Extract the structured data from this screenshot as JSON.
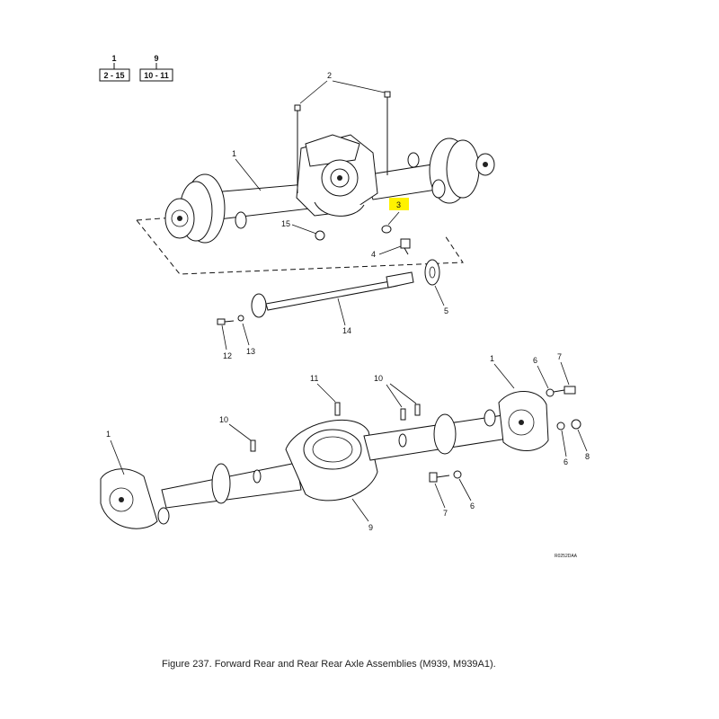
{
  "reference_boxes": [
    {
      "number": "1",
      "range": "2 - 15"
    },
    {
      "number": "9",
      "range": "10 - 11"
    }
  ],
  "callouts": {
    "c1a": "1",
    "c2": "2",
    "c3": "3",
    "c15": "15",
    "c4": "4",
    "c5": "5",
    "c14": "14",
    "c13": "13",
    "c12": "12",
    "c11": "11",
    "c10a": "10",
    "c10b": "10",
    "c1b": "1",
    "c1c": "1",
    "c6a": "6",
    "c7a": "7",
    "c6b": "6",
    "c8": "8",
    "c7b": "7",
    "c6c": "6",
    "c9": "9"
  },
  "highlight_color": "#fff200",
  "figure_code": "R0252DAA",
  "caption": "Figure  237.    Forward Rear and Rear Rear Axle Assemblies (M939, M939A1)."
}
